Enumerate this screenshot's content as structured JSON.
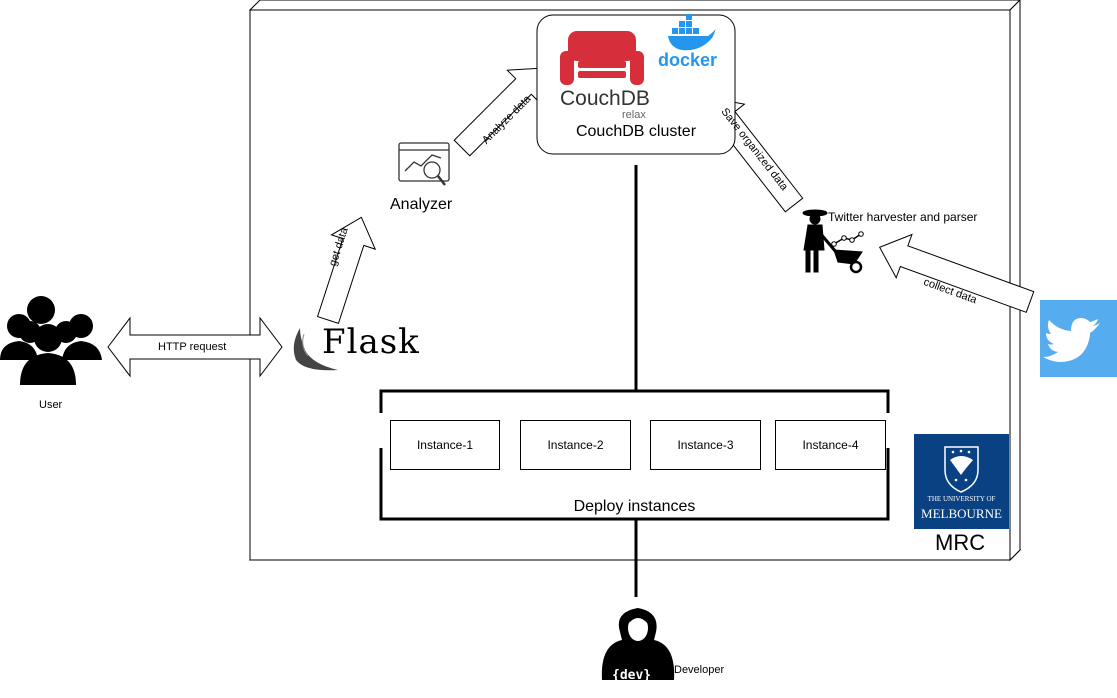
{
  "couchdb": {
    "brand": "CouchDB",
    "tagline": "relax",
    "docker_label": "docker",
    "caption": "CouchDB cluster"
  },
  "analyzer": {
    "label": "Analyzer"
  },
  "flask": {
    "label": "Flask"
  },
  "harvester": {
    "label": "Twitter harvester and parser"
  },
  "user": {
    "label": "User"
  },
  "developer": {
    "label": "Developer",
    "badge": "{dev}"
  },
  "arrows": {
    "http_request": "HTTP request",
    "get_data": "get data",
    "analyze_data": "Analyze data",
    "save_organized_data": "Save organized data",
    "collect_data": "collect data"
  },
  "instances": [
    "Instance-1",
    "Instance-2",
    "Instance-3",
    "Instance-4"
  ],
  "deploy_label": "Deploy instances",
  "mrc": {
    "label": "MRC",
    "logo_line1": "THE UNIVERSITY OF",
    "logo_line2": "MELBOURNE"
  },
  "colors": {
    "couch_red": "#d62f3b",
    "docker_blue": "#2496ed",
    "twitter_blue": "#55acee",
    "melbourne_navy": "#094183"
  }
}
